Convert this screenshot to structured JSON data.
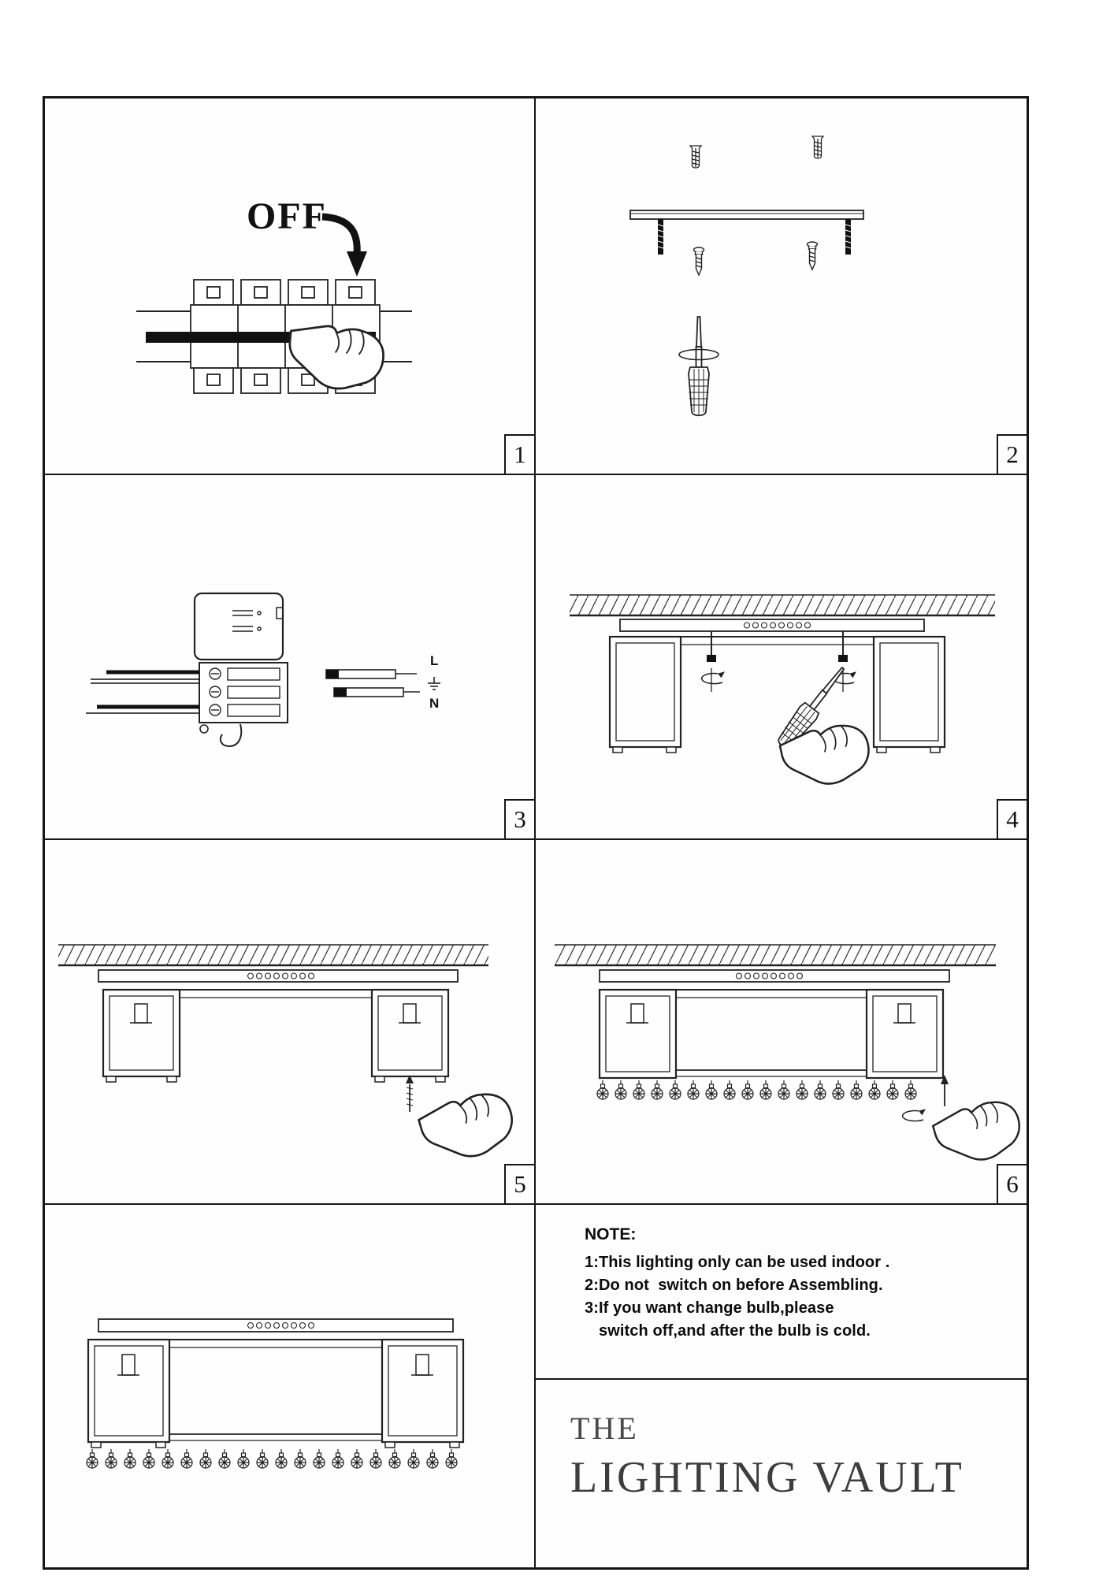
{
  "steps": [
    {
      "number": "1",
      "illustration": "switch-power-off-at-breaker"
    },
    {
      "number": "2",
      "illustration": "prepare-anchors-screws-bracket-screwdriver"
    },
    {
      "number": "3",
      "illustration": "connect-wires-to-terminal-block"
    },
    {
      "number": "4",
      "illustration": "fasten-fixture-base-to-ceiling"
    },
    {
      "number": "5",
      "illustration": "attach-end-cap-to-frame"
    },
    {
      "number": "6",
      "illustration": "screw-in-crystal-bulbs"
    }
  ],
  "panel1": {
    "off_label": "OFF"
  },
  "panel3": {
    "label_live": "L",
    "label_neutral": "N"
  },
  "note": {
    "title": "NOTE:",
    "lines": [
      "1:This lighting only can be used indoor .",
      "2:Do not  switch on before Assembling.",
      "3:If you want change bulb,please",
      "switch off,and after the bulb is cold."
    ]
  },
  "brand": {
    "line1": "THE",
    "line2": "LIGHTING VAULT"
  }
}
